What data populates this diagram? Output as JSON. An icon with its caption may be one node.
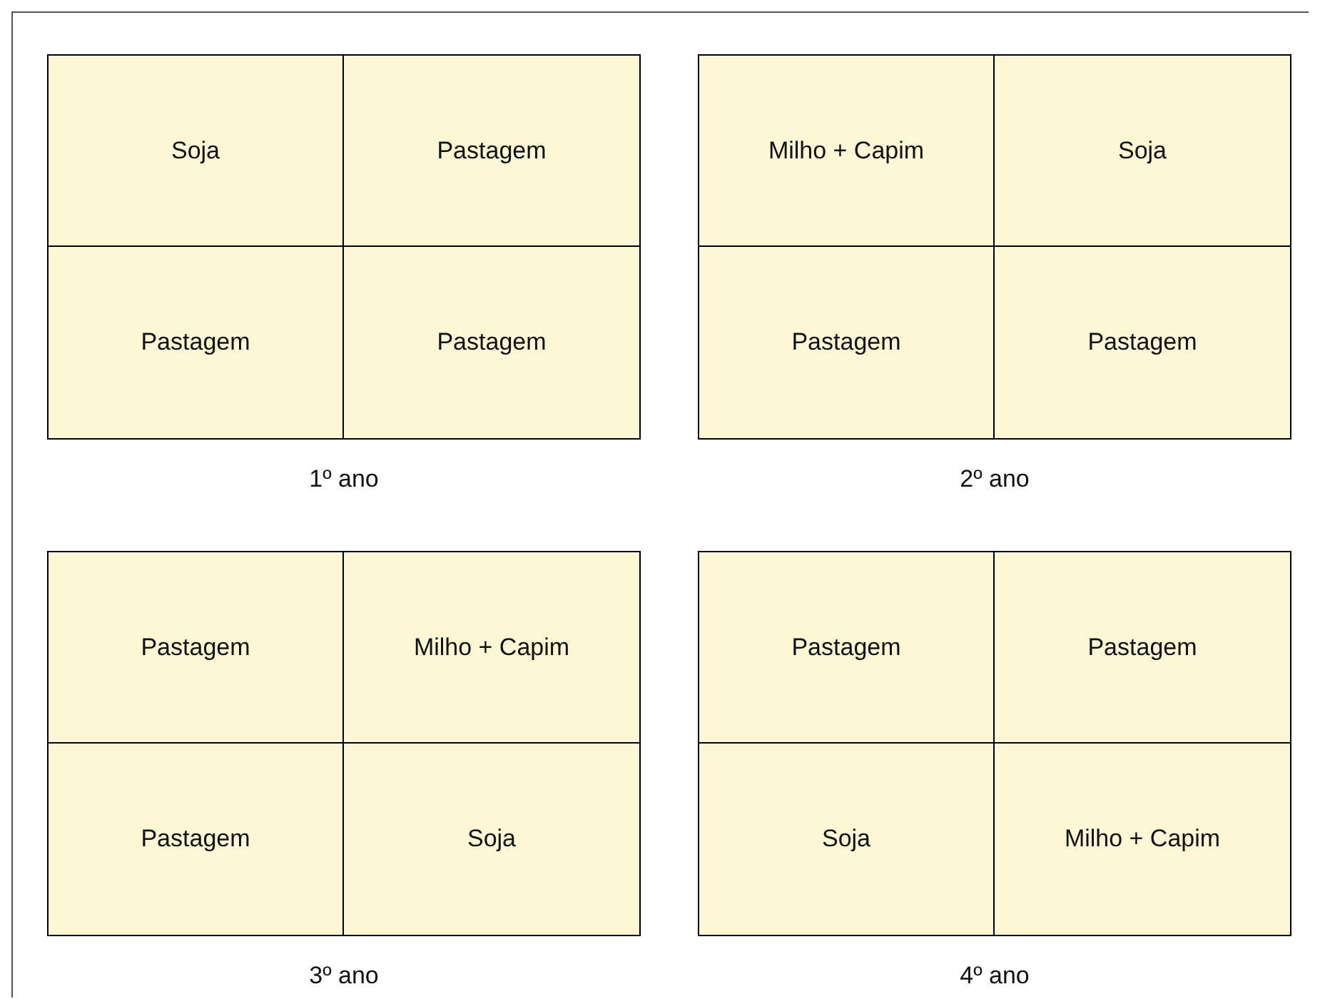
{
  "diagram": {
    "nodes": [
      {
        "text": [
          "1º ano"
        ]
      },
      {
        "text": [
          "Soja"
        ],
        "in": 0
      },
      {
        "text": [
          "Pastagem"
        ],
        "in": 0
      },
      {
        "text": [
          "Pastagem"
        ],
        "in": 0
      },
      {
        "text": [
          "Pastagem"
        ],
        "in": 0
      },
      {
        "text": [
          "2º ano"
        ]
      },
      {
        "text": [
          "Milho + Capim"
        ],
        "in": 5
      },
      {
        "text": [
          "Soja"
        ],
        "in": 5
      },
      {
        "text": [
          "Pastagem"
        ],
        "in": 5
      },
      {
        "text": [
          "Pastagem"
        ],
        "in": 5
      },
      {
        "text": [
          "3º ano"
        ]
      },
      {
        "text": [
          "Pastagem"
        ],
        "in": 10
      },
      {
        "text": [
          "Milho + Capim"
        ],
        "in": 10
      },
      {
        "text": [
          "Pastagem"
        ],
        "in": 10
      },
      {
        "text": [
          "Soja"
        ],
        "in": 10
      },
      {
        "text": [
          "4º ano"
        ]
      },
      {
        "text": [
          "Pastagem"
        ],
        "in": 15
      },
      {
        "text": [
          "Pastagem"
        ],
        "in": 15
      },
      {
        "text": [
          "Soja"
        ],
        "in": 15
      },
      {
        "text": [
          "Milho + Capim"
        ],
        "in": 15
      }
    ],
    "edges": []
  }
}
